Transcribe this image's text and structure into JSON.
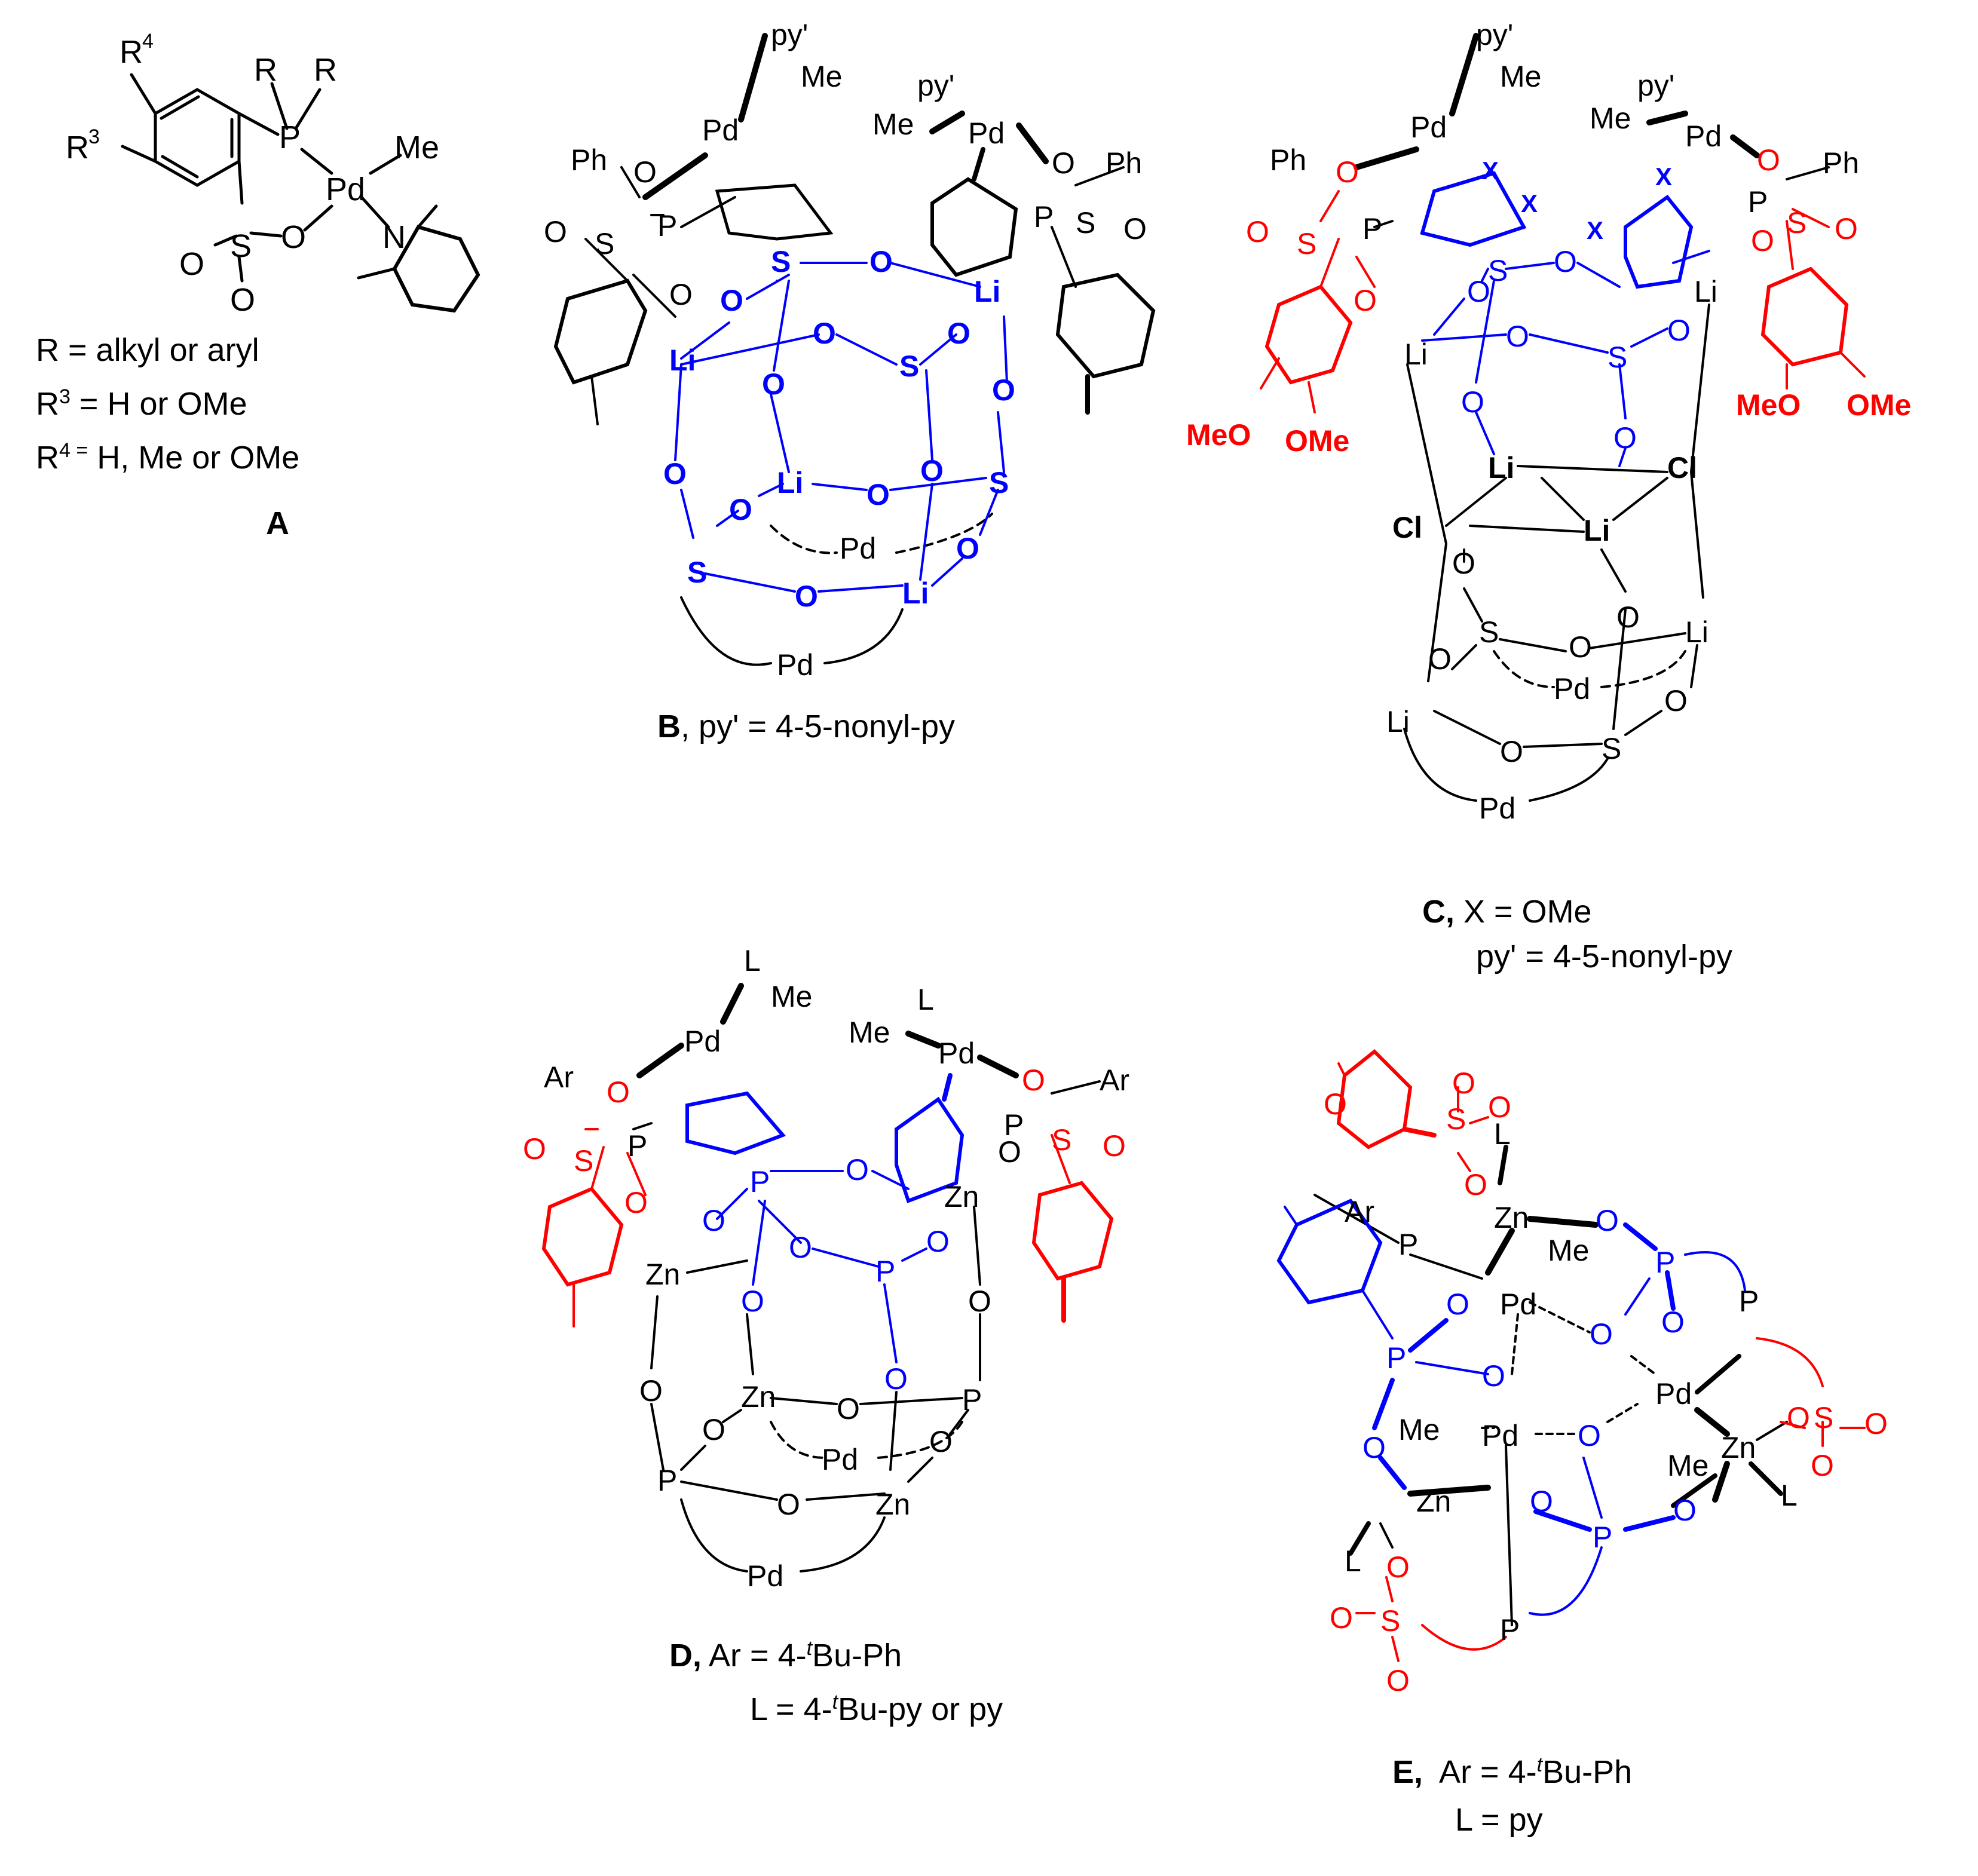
{
  "colors": {
    "black": "#000000",
    "blue": "#0000ff",
    "red": "#ff0000"
  },
  "A": {
    "label": "A",
    "lines": [
      "R = alkyl or aryl",
      "R3 = H or OMe",
      "R4 = H, Me or OMe"
    ],
    "line1": "R = alkyl or aryl",
    "line2_main": "R",
    "line2_sup": "3",
    "line2_rest": " = H or OMe",
    "line3_main": "R",
    "line3_sup": "4 =",
    "line3_rest": " H, Me or OMe",
    "atoms": {
      "R": "R",
      "R3": "R",
      "R3sup": "3",
      "R4": "R",
      "R4sup": "4",
      "P": "P",
      "Pd": "Pd",
      "Me": "Me",
      "O": "O",
      "S": "S",
      "N": "N"
    }
  },
  "B": {
    "label": "B",
    "caption_rest": ", py' = 4-5-nonyl-py",
    "atoms": {
      "py": "py'",
      "Me": "Me",
      "Pd": "Pd",
      "Ph": "Ph",
      "O": "O",
      "S": "S",
      "P": "P",
      "Li": "Li"
    }
  },
  "C": {
    "label": "C,",
    "caption_line1_rest": " X = OMe",
    "caption_line2": "py' = 4-5-nonyl-py",
    "atoms": {
      "X": "X",
      "MeO": "MeO",
      "OMe": "OMe",
      "Cl": "Cl",
      "Li": "Li",
      "S": "S",
      "O": "O",
      "P": "P",
      "Pd": "Pd",
      "Ph": "Ph",
      "py": "py'",
      "Me": "Me"
    }
  },
  "D": {
    "label": "D,",
    "caption_line1_pre": " Ar = 4-",
    "caption_line1_sup": "t",
    "caption_line1_post": "Bu-Ph",
    "caption_line2_pre": "L = 4-",
    "caption_line2_sup": "t",
    "caption_line2_post": "Bu-py or py",
    "atoms": {
      "L": "L",
      "Me": "Me",
      "Pd": "Pd",
      "Ar": "Ar",
      "O": "O",
      "S": "S",
      "P": "P",
      "Zn": "Zn"
    }
  },
  "E": {
    "label": "E,",
    "caption_line1_pre": "  Ar = 4-",
    "caption_line1_sup": "t",
    "caption_line1_post": "Bu-Ph",
    "caption_line2": "L = py",
    "atoms": {
      "L": "L",
      "Me": "Me",
      "Pd": "Pd",
      "Ar": "Ar",
      "O": "O",
      "S": "S",
      "P": "P",
      "Zn": "Zn"
    }
  }
}
